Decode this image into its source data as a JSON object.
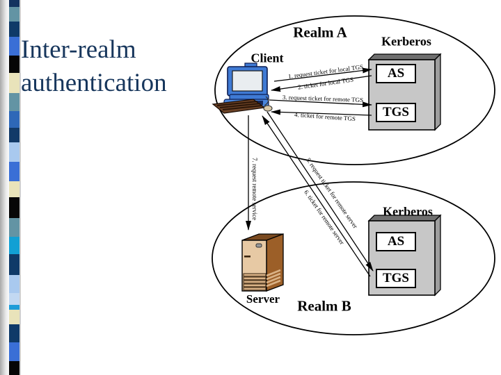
{
  "slide": {
    "title": {
      "line1": "Inter-realm",
      "line2": "authentication",
      "color": "#17365c"
    }
  },
  "decor": {
    "strip": {
      "segments": [
        {
          "color": "#14335f",
          "h": 10
        },
        {
          "color": "#6394a4",
          "h": 21
        },
        {
          "color": "#0f3a68",
          "h": 22
        },
        {
          "color": "#3a6fd6",
          "h": 27
        },
        {
          "color": "#050505",
          "h": 25
        },
        {
          "color": "#e9e3ba",
          "h": 29
        },
        {
          "color": "#6394a4",
          "h": 26
        },
        {
          "color": "#2e68b8",
          "h": 24
        },
        {
          "color": "#123a68",
          "h": 21
        },
        {
          "color": "#a9c9ef",
          "h": 28
        },
        {
          "color": "#3a6fd6",
          "h": 28
        },
        {
          "color": "#e9e3ba",
          "h": 23
        },
        {
          "color": "#070707",
          "h": 30
        },
        {
          "color": "#6394a4",
          "h": 27
        },
        {
          "color": "#12a0d4",
          "h": 25
        },
        {
          "color": "#0f3a68",
          "h": 30
        },
        {
          "color": "#a9c9ef",
          "h": 26
        },
        {
          "color": "#c2d8f2",
          "h": 17
        },
        {
          "color": "#1e9cd8",
          "h": 7
        },
        {
          "color": "#e9e3ba",
          "h": 21
        },
        {
          "color": "#0f3a68",
          "h": 26
        },
        {
          "color": "#3a6fd6",
          "h": 27
        },
        {
          "color": "#060606",
          "h": 20
        }
      ]
    }
  },
  "diagram": {
    "realm_a": {
      "label": "Realm A",
      "kerberos_label": "Kerberos",
      "as_label": "AS",
      "tgs_label": "TGS",
      "client_label": "Client"
    },
    "realm_b": {
      "label": "Realm B",
      "kerberos_label": "Kerberos",
      "as_label": "AS",
      "tgs_label": "TGS",
      "server_label": "Server"
    },
    "messages": [
      {
        "text": "1. request ticket for local TGS"
      },
      {
        "text": "2. ticket for local TGS"
      },
      {
        "text": "3. request ticket for remote TGS"
      },
      {
        "text": "4. ticket for remote TGS"
      },
      {
        "text": "5. request ticket for remote server"
      },
      {
        "text": "6. ticket for remote server"
      },
      {
        "text": "7. request remote service"
      }
    ],
    "colors": {
      "outline": "#000000",
      "box_front": "#c7c7c7",
      "box_top": "#6f6f6f",
      "box_side": "#9e9e9e",
      "client_blue": "#3f7ad4",
      "client_screen": "#e9edf0",
      "server_tan": "#e7c9a4",
      "server_side": "#9c5f28",
      "server_top": "#7a4a20"
    }
  }
}
